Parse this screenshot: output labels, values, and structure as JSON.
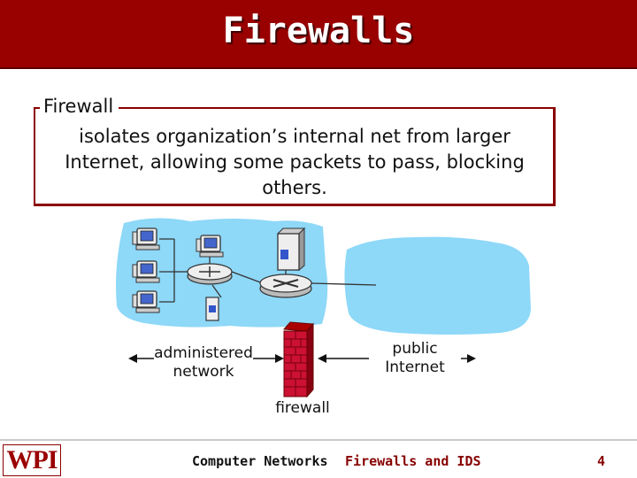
{
  "slide": {
    "title": "Firewalls",
    "definition_label": "Firewall",
    "definition_text": "isolates organization’s internal net from larger Internet, allowing some packets to pass, blocking others."
  },
  "diagram": {
    "left_label": "administered network",
    "right_label": "public Internet",
    "center_label": "firewall"
  },
  "footer": {
    "logo_text": "WPI",
    "course": "Computer Networks",
    "topic": "Firewalls and IDS",
    "page_number": "4"
  },
  "colors": {
    "title_bar": "#990000",
    "network_cloud": "#8ed8f8",
    "firewall_brick": "#cc1133",
    "footer_text": "#880000"
  }
}
